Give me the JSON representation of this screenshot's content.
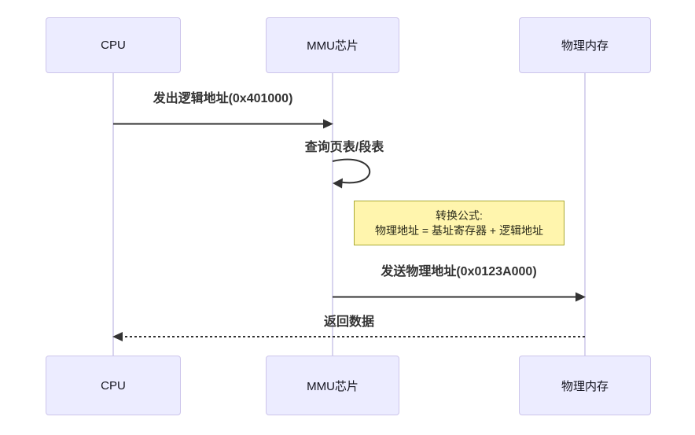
{
  "diagram": {
    "type": "sequence-diagram",
    "actors": [
      {
        "id": "cpu",
        "label": "CPU"
      },
      {
        "id": "mmu",
        "label": "MMU芯片"
      },
      {
        "id": "memory",
        "label": "物理内存"
      }
    ],
    "messages": [
      {
        "from": "cpu",
        "to": "mmu",
        "style": "solid-arrow",
        "label": "发出逻辑地址(0x401000)"
      },
      {
        "from": "mmu",
        "to": "mmu",
        "style": "self-loop",
        "label": "查询页表/段表"
      },
      {
        "from": "mmu",
        "to": "memory",
        "style": "solid-arrow",
        "label": "发送物理地址(0x0123A000)"
      },
      {
        "from": "memory",
        "to": "cpu",
        "style": "dashed-arrow",
        "label": "返回数据"
      }
    ],
    "note": {
      "position": "right-of-mmu",
      "line1": "转换公式:",
      "line2": "物理地址 = 基址寄存器 + 逻辑地址"
    },
    "colors": {
      "background": "#FFFFFF",
      "actor_fill": "#ECECFF",
      "actor_border": "#CDC5EB",
      "lifeline": "#D8D4EE",
      "message_line": "#333333",
      "message_text": "#333333",
      "note_fill": "#FFF5AD",
      "note_border": "#AAAA33"
    }
  }
}
